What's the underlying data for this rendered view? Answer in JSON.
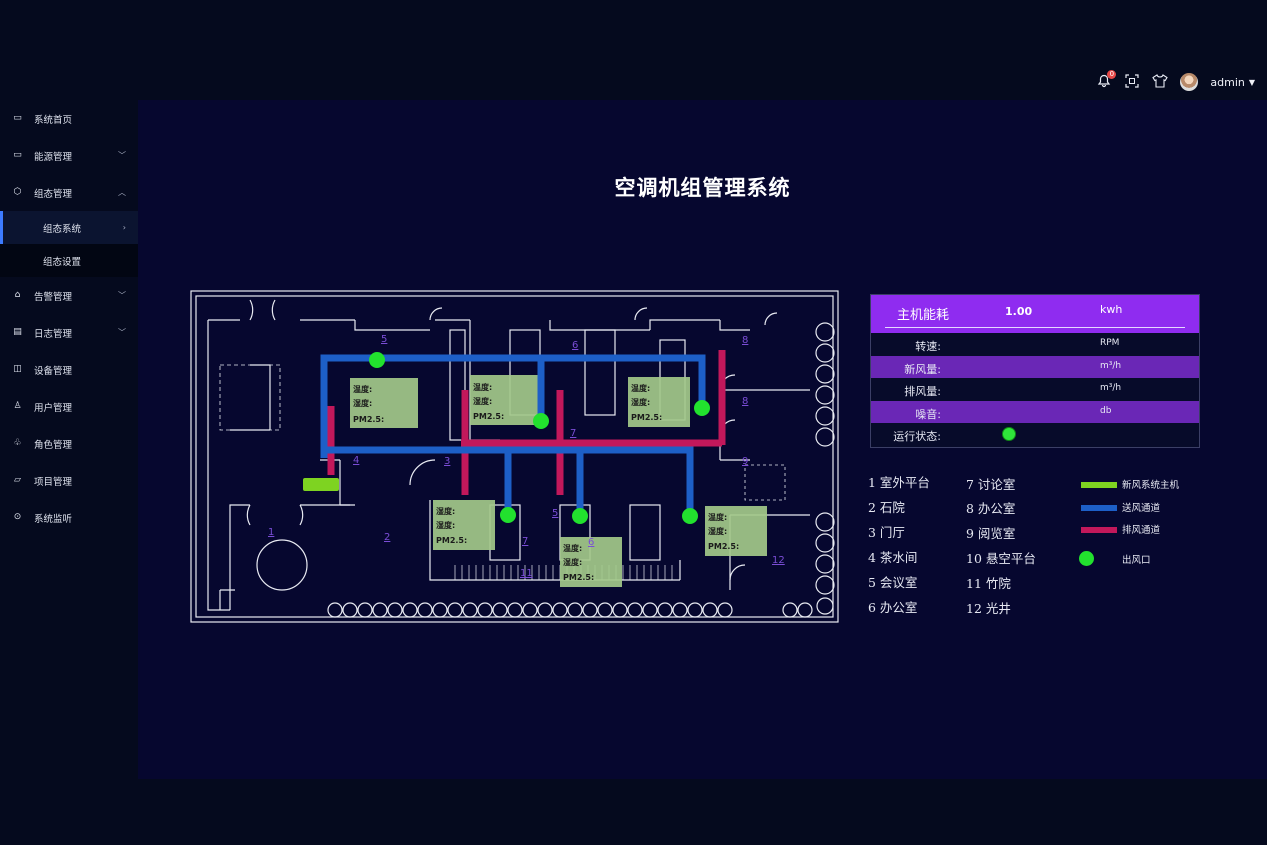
{
  "header": {
    "notification_count": "0",
    "user_name": "admin",
    "icons": [
      "bell-icon",
      "fullscreen-icon",
      "theme-shirt-icon",
      "avatar",
      "caret-down-icon"
    ]
  },
  "sidebar": {
    "items": [
      {
        "label": "系统首页",
        "icon": "monitor-icon"
      },
      {
        "label": "能源管理",
        "icon": "battery-icon"
      },
      {
        "label": "组态管理",
        "icon": "hexagon-icon"
      },
      {
        "label": "告警管理",
        "icon": "alarm-icon"
      },
      {
        "label": "日志管理",
        "icon": "log-icon"
      },
      {
        "label": "设备管理",
        "icon": "device-icon"
      },
      {
        "label": "用户管理",
        "icon": "user-icon"
      },
      {
        "label": "角色管理",
        "icon": "role-icon"
      },
      {
        "label": "项目管理",
        "icon": "folder-icon"
      },
      {
        "label": "系统监听",
        "icon": "monitor-search-icon"
      }
    ],
    "submenu": [
      {
        "label": "组态系统",
        "active": true
      },
      {
        "label": "组态设置",
        "active": false
      }
    ]
  },
  "main": {
    "title": "空调机组管理系统"
  },
  "plan": {
    "room_numbers": [
      "1",
      "2",
      "3",
      "4",
      "5",
      "6",
      "7",
      "8",
      "9",
      "11",
      "12",
      "5",
      "6",
      "8",
      "7"
    ],
    "sensors": [
      {
        "line1": "温度:",
        "line2": "湿度:",
        "line3": "PM2.5:"
      },
      {
        "line1": "温度:",
        "line2": "湿度:",
        "line3": "PM2.5:"
      },
      {
        "line1": "温度:",
        "line2": "湿度:",
        "line3": "PM2.5:"
      },
      {
        "line1": "湿度:",
        "line2": "湿度:",
        "line3": "PM2.5:"
      },
      {
        "line1": "温度:",
        "line2": "湿度:",
        "line3": "PM2.5:"
      },
      {
        "line1": "温度:",
        "line2": "湿度:",
        "line3": "PM2.5:"
      }
    ]
  },
  "panel": {
    "title": "主机能耗",
    "value": "1.00",
    "unit": "kwh",
    "rows": [
      {
        "label": "转速:",
        "unit": "RPM"
      },
      {
        "label": "新风量:",
        "unit": "m³/h"
      },
      {
        "label": "排风量:",
        "unit": "m³/h"
      },
      {
        "label": "噪音:",
        "unit": "db"
      },
      {
        "label": "运行状态:",
        "unit": ""
      }
    ],
    "status_color": "#2fe53a"
  },
  "rooms": [
    "1 室外平台",
    "2 石院",
    "3 门厅",
    "4 茶水间",
    "5 会议室",
    "6 办公室",
    "7 讨论室",
    "8 办公室",
    "9 阅览室",
    "10 悬空平台",
    "11 竹院",
    "12 光井"
  ],
  "legend": [
    {
      "label": "新风系统主机",
      "color": "#7ed321"
    },
    {
      "label": "送风通道",
      "color": "#1d5fc7"
    },
    {
      "label": "排风通道",
      "color": "#c2185b"
    },
    {
      "label": "出风口",
      "color": "#22e12e"
    }
  ]
}
